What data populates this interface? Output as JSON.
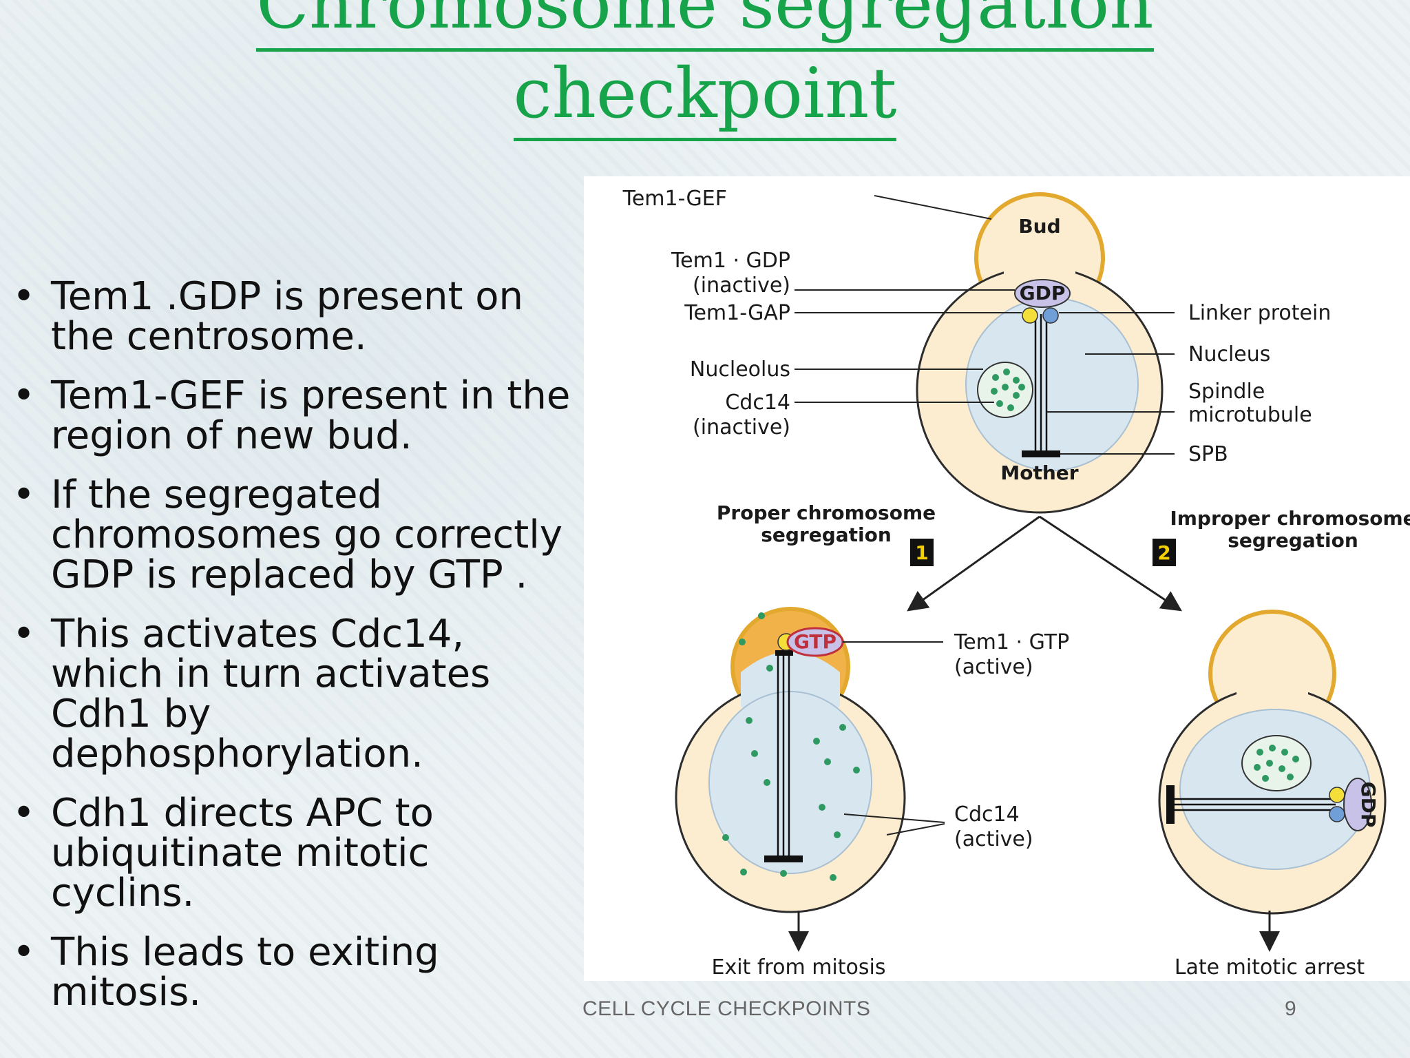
{
  "slide": {
    "title_line1": "Chromosome segregation",
    "title_line2": "checkpoint",
    "bullets": [
      "Tem1 .GDP is present on the centrosome.",
      "Tem1-GEF is present in the region of new bud.",
      "If the segregated chromosomes go correctly GDP is replaced by GTP .",
      "This activates Cdc14, which in turn activates Cdh1 by dephosphorylation.",
      "Cdh1 directs APC to ubiquitinate mitotic cyclins.",
      "This leads to exiting mitosis."
    ],
    "footer": "CELL CYCLE CHECKPOINTS",
    "page_number": "9"
  },
  "figure": {
    "labels": {
      "tem1_gef": "Tem1-GEF",
      "bud": "Bud",
      "tem1_gdp": "Tem1 · GDP",
      "inactive": "(inactive)",
      "tem1_gap": "Tem1-GAP",
      "nucleolus": "Nucleolus",
      "cdc14": "Cdc14",
      "cdc14_inactive": "(inactive)",
      "linker": "Linker protein",
      "nucleus": "Nucleus",
      "spindle1": "Spindle",
      "spindle2": "microtubule",
      "spb": "SPB",
      "mother": "Mother",
      "gdp_badge": "GDP",
      "gtp_badge": "GTP",
      "proper1": "Proper chromosome",
      "proper2": "segregation",
      "improper1": "Improper chromosome",
      "improper2": "segregation",
      "step1": "1",
      "step2": "2",
      "tem1_gtp": "Tem1 · GTP",
      "active1": "(active)",
      "cdc14b": "Cdc14",
      "active2": "(active)",
      "exit": "Exit from mitosis",
      "arrest": "Late mitotic arrest"
    }
  }
}
